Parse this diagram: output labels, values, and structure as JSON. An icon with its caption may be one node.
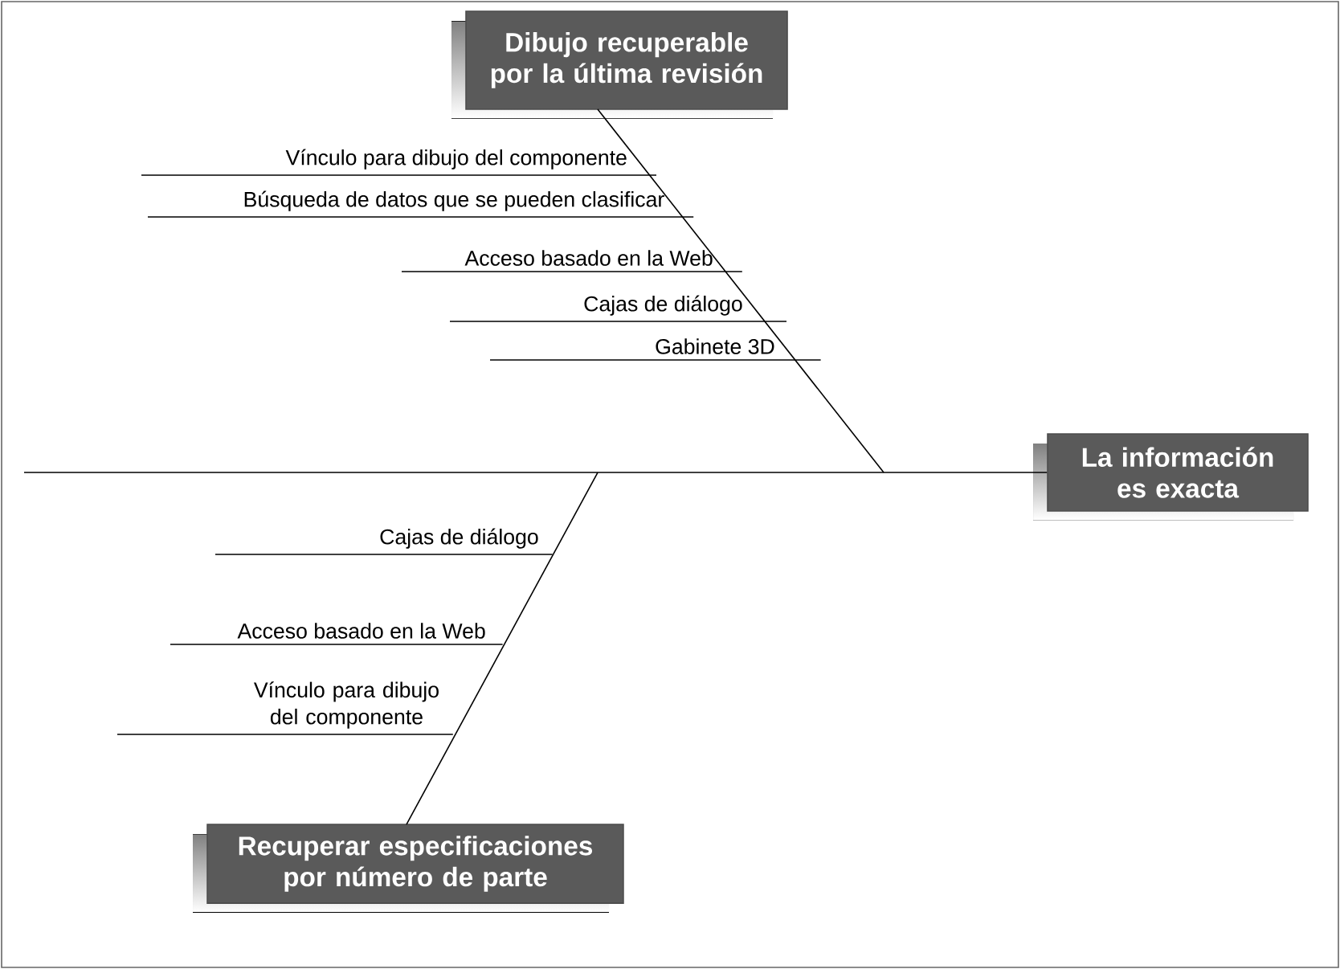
{
  "diagram": {
    "nodes": [
      {
        "text": [
          "Dibujo recuperable por la última revisión"
        ]
      },
      {
        "text": [
          "La información es exacta"
        ]
      },
      {
        "text": [
          "Recuperar especificaciones por número de parte"
        ]
      }
    ],
    "edges": [
      {
        "from": null,
        "to": 1,
        "arrow": "none"
      },
      {
        "from": 0,
        "to": null,
        "arrow": "none"
      },
      {
        "from": 2,
        "to": null,
        "arrow": "none"
      }
    ],
    "labels": [
      "Vínculo para dibujo del componente",
      "Búsqueda de datos que se pueden clasificar",
      "Acceso basado en la Web",
      "Cajas de diálogo",
      "Gabinete 3D",
      "Cajas de diálogo",
      "Acceso basado en la Web",
      "Vínculo para dibujo del componente"
    ]
  }
}
